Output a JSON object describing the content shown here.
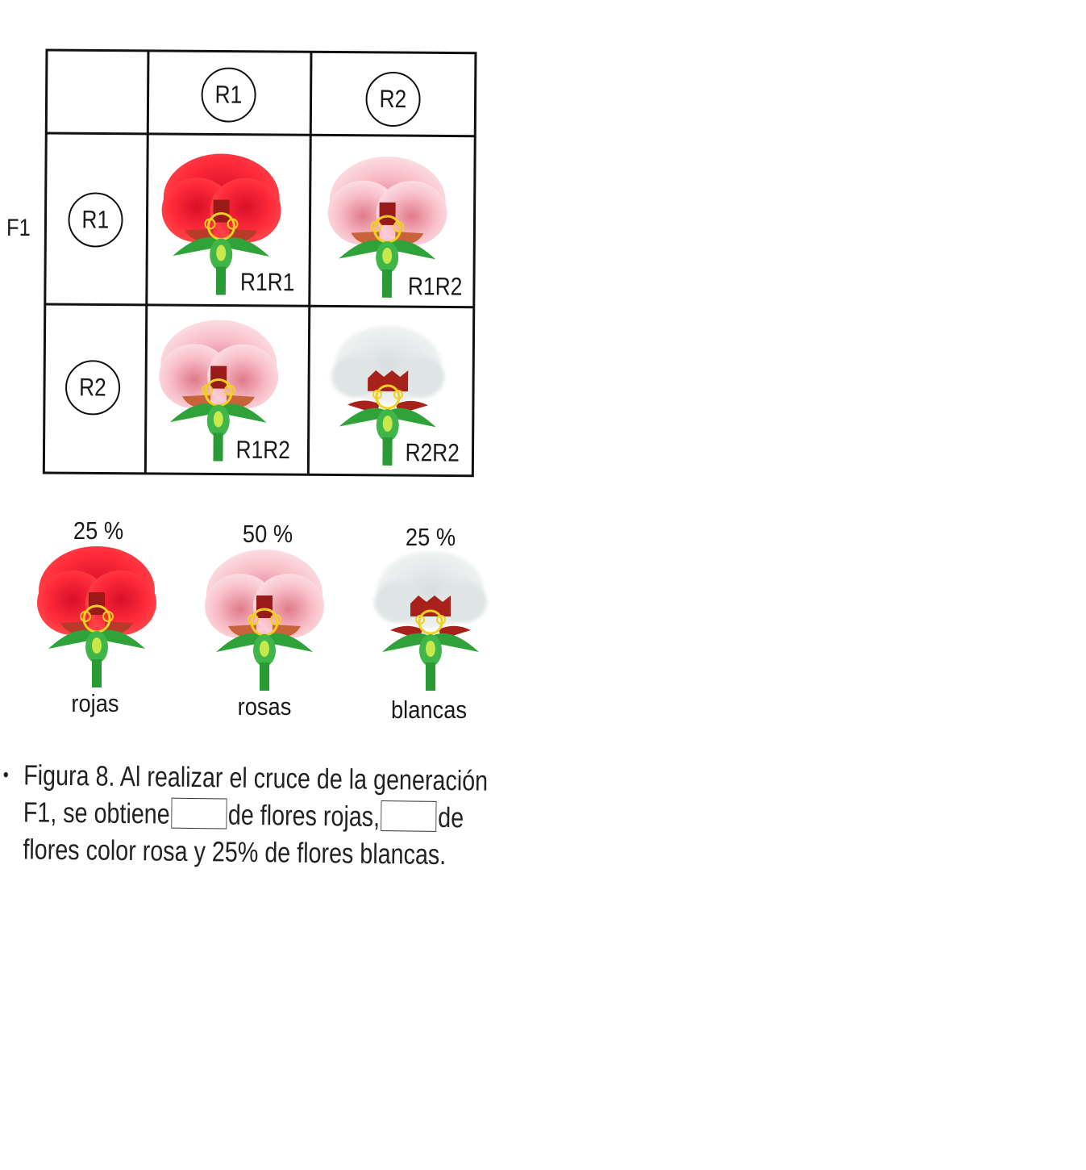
{
  "generation_label": "F1",
  "column_alleles": [
    "R1",
    "R2"
  ],
  "row_alleles": [
    "R1",
    "R2"
  ],
  "cells": [
    {
      "genotype": "R1R1",
      "flower": "red-flower"
    },
    {
      "genotype": "R1R2",
      "flower": "pink-flower"
    },
    {
      "genotype": "R1R2",
      "flower": "pink-flower"
    },
    {
      "genotype": "R2R2",
      "flower": "white-flower"
    }
  ],
  "results": [
    {
      "percent": "25 %",
      "name": "rojas",
      "flower": "red-flower"
    },
    {
      "percent": "50 %",
      "name": "rosas",
      "flower": "pink-flower"
    },
    {
      "percent": "25 %",
      "name": "blancas",
      "flower": "white-flower"
    }
  ],
  "caption": {
    "bullet": "•",
    "line1": "Figura 8. Al realizar el cruce de la generación",
    "line2_a": "F1, se obtiene",
    "line2_b": "de flores rojas,",
    "line2_c": "de",
    "line3": "flores color rosa y 25% de flores blancas."
  },
  "colors": {
    "red_petal": "#ff2a3a",
    "pink_petal": "#f8bcc6",
    "white_petal": "#e8ecec",
    "stem": "#2fa33a",
    "anther": "#f0d020"
  }
}
